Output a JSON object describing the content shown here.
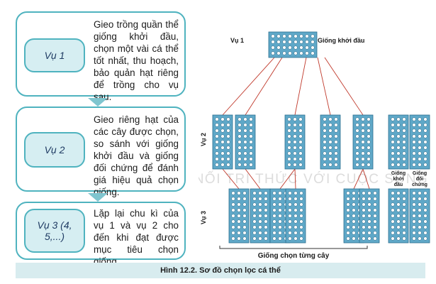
{
  "steps": [
    {
      "label": "Vụ 1",
      "text": "Gieo trồng quần thể giống khởi đầu, chọn một vài cá thể tốt nhất, thu hoạch, bảo quản hạt riêng để trồng cho vụ sau."
    },
    {
      "label": "Vụ 2",
      "text": "Gieo riêng hạt của các cây được chọn, so sánh với giống khởi đầu và giống đối chứng để đánh giá hiệu quả chọn giống."
    },
    {
      "label": "Vụ 3 (4, 5,...)",
      "text": "Lặp lại chu kì của vụ 1 và vụ 2 cho đến khi đạt được mục tiêu chọn giống."
    }
  ],
  "diagram": {
    "season1_label": "Vụ 1",
    "season2_label": "Vụ 2",
    "season3_label": "Vụ 3",
    "starting_variety_label": "Giống khởi đầu",
    "control_starting_label": "Giống khởi đầu",
    "control_label": "Giống đối chứng",
    "bottom_label": "Giống chọn từng cây",
    "watermark": "KẾT NỐI TRI THỨC VỚI CUỘC SỐNG"
  },
  "caption": "Hình 12.2. Sơ đồ chọn lọc cá thể",
  "colors": {
    "accent": "#4fb3bf",
    "plot_fill": "#5fa8c8",
    "line": "#c0392b",
    "caption_bg": "#d8ecef"
  }
}
